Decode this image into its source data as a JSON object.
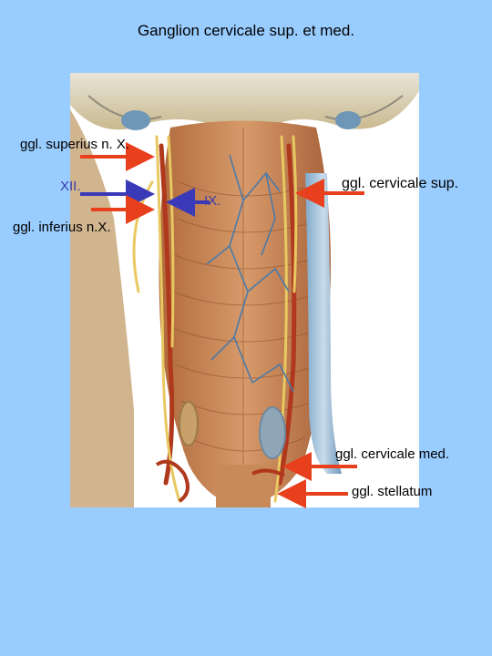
{
  "slide": {
    "title": "Ganglion cervicale sup. et med.",
    "colors": {
      "background": "#99ccff",
      "arrow_red": "#e8401c",
      "arrow_blue": "#3a3ab8"
    }
  },
  "labels": {
    "ggl_superius": "ggl. superius n. X.",
    "xii": "XII.",
    "ix": "IX.",
    "ggl_cervicale_sup": "ggl. cervicale sup.",
    "ggl_inferius": "ggl. inferius n.X.",
    "ggl_cervicale_med": "ggl. cervicale med.",
    "ggl_stellatum": "ggl. stellatum"
  }
}
